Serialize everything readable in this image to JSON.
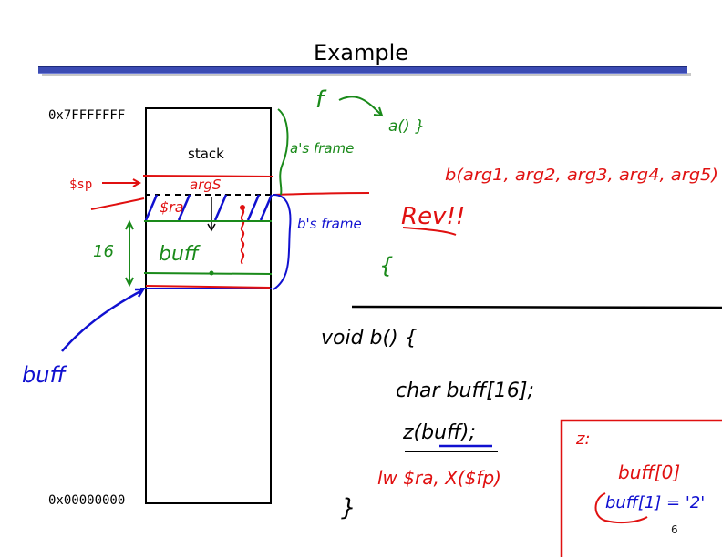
{
  "slide": {
    "title": "Example",
    "page_number": "6"
  },
  "stack_diagram": {
    "top_address": "0x7FFFFFFF",
    "bottom_address": "0x00000000",
    "stack_label": "stack",
    "sp_label": "$sp",
    "args_label": "argS",
    "ra_label": "$ra",
    "buff_label": "buff",
    "size_label": "16",
    "a_frame_label": "a's frame",
    "b_frame_label": "b's frame",
    "buff_pointer_label": "buff"
  },
  "notes": {
    "f_label": "f",
    "a_call": "a() }",
    "b_call": "b(arg1, arg2, arg3, arg4, arg5)",
    "rev": "Rev!!",
    "brace": "{"
  },
  "code": {
    "line1": "void b() {",
    "line2": "char buff[16];",
    "line3": "z(buff);",
    "line4": "lw $ra, X($fp)",
    "line5": "}"
  },
  "z_box": {
    "label": "z:",
    "line1": "buff[0]",
    "line2": "buff[1] = '2'"
  },
  "colors": {
    "title_bar": "#3b4bb3",
    "red_ink": "#e01010",
    "green_ink": "#1a8a1a",
    "blue_ink": "#1010d0",
    "black_ink": "#000000"
  }
}
